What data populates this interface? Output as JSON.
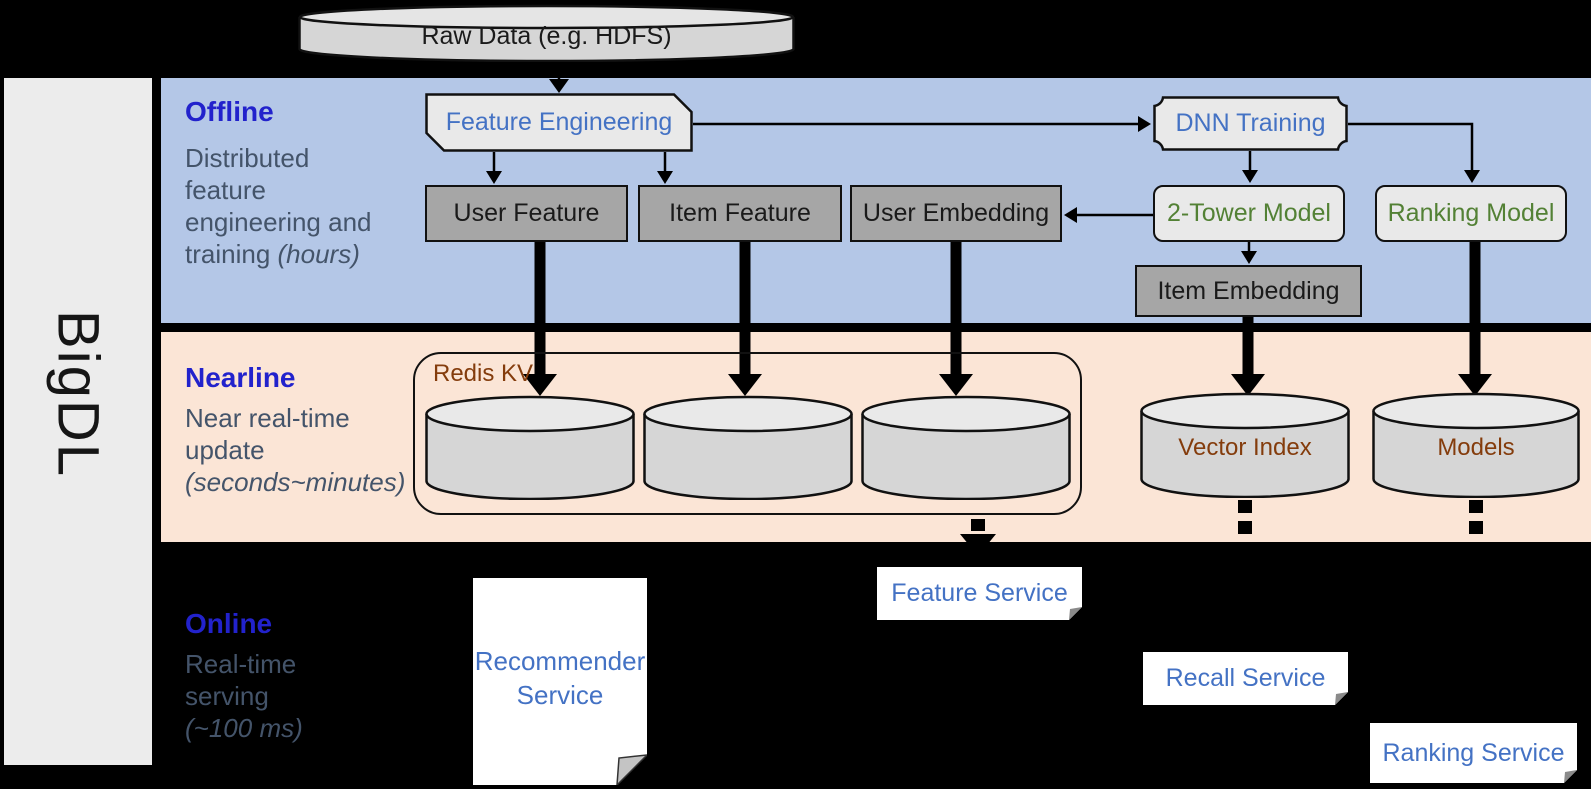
{
  "brand": "BigDL",
  "raw_data_label": "Raw Data (e.g. HDFS)",
  "sections": {
    "offline": {
      "title": "Offline",
      "desc": [
        "Distributed",
        "feature",
        "engineering and"
      ],
      "desc_tail_prefix": "training ",
      "desc_tail_italic": "(hours)"
    },
    "nearline": {
      "title": "Nearline",
      "desc": [
        "Near real-time",
        "update"
      ],
      "desc_italic": "(seconds~minutes)"
    },
    "online": {
      "title": "Online",
      "desc": [
        "Real-time",
        "serving"
      ],
      "desc_italic": "(~100 ms)"
    }
  },
  "nodes": {
    "feature_engineering": "Feature Engineering",
    "dnn_training": "DNN Training",
    "user_feature": "User Feature",
    "item_feature": "Item Feature",
    "user_embedding": "User Embedding",
    "two_tower_model": "2-Tower Model",
    "ranking_model": "Ranking Model",
    "item_embedding": "Item Embedding",
    "redis_kv": "Redis KV",
    "vector_index": "Vector Index",
    "models": "Models",
    "recommender_service": [
      "Recommender",
      "Service"
    ],
    "feature_service": "Feature Service",
    "recall_service": "Recall Service",
    "ranking_service": "Ranking Service"
  },
  "colors": {
    "background": "#000000",
    "sidebar": "#ececec",
    "offline_band": "#b4c7e7",
    "nearline_band": "#fbe5d6",
    "section_title": "#2222cc",
    "section_desc": "#44546a",
    "node_blue_text": "#4472c4",
    "node_green_text": "#538135",
    "node_brown_text": "#843c0c",
    "gray_box": "#a6a6a6",
    "light_box": "#e9e9e9",
    "cylinder": "#d6d6d6",
    "service_box": "#ffffff"
  }
}
